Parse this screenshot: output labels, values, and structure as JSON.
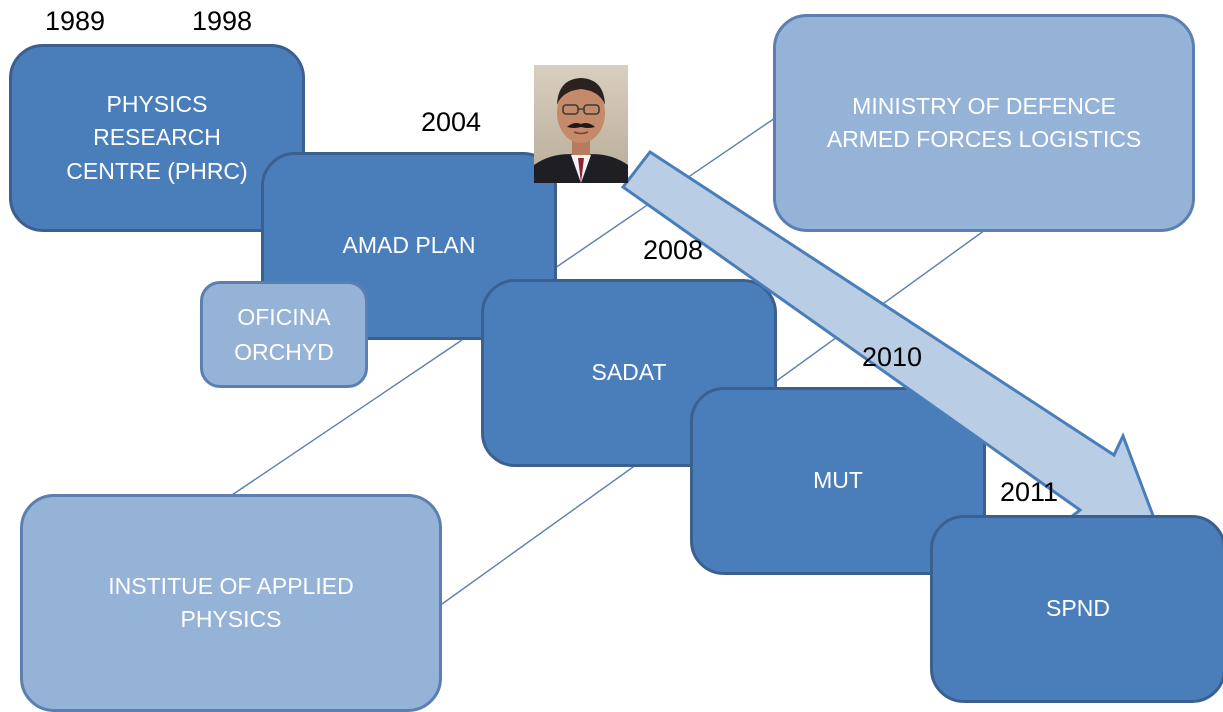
{
  "years": {
    "y1989": "1989",
    "y1998": "1998",
    "y2004": "2004",
    "y2008": "2008",
    "y2010": "2010",
    "y2011": "2011"
  },
  "boxes": {
    "phrc": [
      "PHYSICS",
      "RESEARCH",
      "CENTRE (PHRC)"
    ],
    "amad": [
      "AMAD PLAN"
    ],
    "oficina": [
      "OFICINA",
      "ORCHYD"
    ],
    "sadat": [
      "SADAT"
    ],
    "mut": [
      "MUT"
    ],
    "spnd": [
      "SPND"
    ],
    "ministry": [
      "MINISTRY OF DEFENCE",
      "ARMED FORCES LOGISTICS"
    ],
    "institute": [
      "INSTITUE OF APPLIED",
      "PHYSICS"
    ]
  },
  "colors": {
    "dark_box": "#4a7ebb",
    "light_box": "#95b3d7",
    "arrow_fill": "#b9cde5",
    "border": "#3b5f8f"
  }
}
